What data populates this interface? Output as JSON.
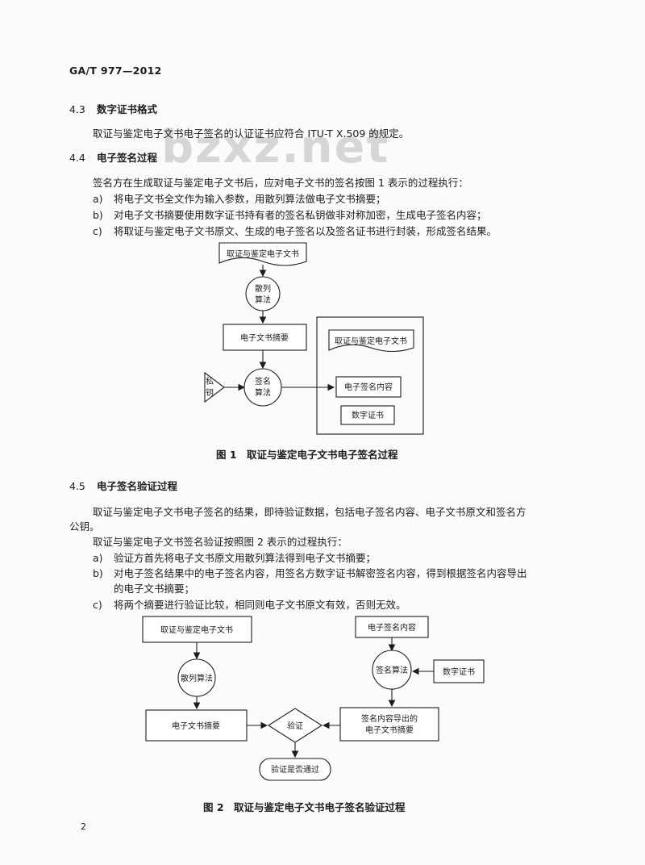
{
  "header": {
    "standard_code": "GA/T 977—2012"
  },
  "watermark": "bzxz.net",
  "section_4_3": {
    "number": "4.3",
    "title": "数字证书格式",
    "text": "取证与鉴定电子文书电子签名的认证证书应符合 ITU-T X.509 的规定。"
  },
  "section_4_4": {
    "number": "4.4",
    "title": "电子签名过程",
    "intro": "签名方在生成取证与鉴定电子文书后，应对电子文书的签名按图 1 表示的过程执行：",
    "items": [
      {
        "mark": "a)",
        "text": "将电子文书全文作为输入参数，用散列算法做电子文书摘要；"
      },
      {
        "mark": "b)",
        "text": "对电子文书摘要使用数字证书持有者的签名私钥做非对称加密，生成电子签名内容；"
      },
      {
        "mark": "c)",
        "text": "将取证与鉴定电子文书原文、生成的电子签名以及签名证书进行封装，形成签名结果。"
      }
    ]
  },
  "figure1": {
    "doc": "取证与鉴定电子文书",
    "hash1": "散列",
    "hash2": "算法",
    "digest": "电子文书摘要",
    "key1": "私",
    "key2": "钥",
    "sign1": "签名",
    "sign2": "算法",
    "out_doc": "取证与鉴定电子文书",
    "out_sig": "电子签名内容",
    "out_cert": "数字证书",
    "caption": "图 1　取证与鉴定电子文书电子签名过程"
  },
  "section_4_5": {
    "number": "4.5",
    "title": "电子签名验证过程",
    "para1_line1": "取证与鉴定电子文书电子签名的结果，即待验证数据，包括电子签名内容、电子文书原文和签名方",
    "para1_line2": "公钥。",
    "intro": "取证与鉴定电子文书签名验证按照图 2 表示的过程执行：",
    "items": [
      {
        "mark": "a)",
        "line1": "验证方首先将电子文书原文用散列算法得到电子文书摘要；",
        "line2": ""
      },
      {
        "mark": "b)",
        "line1": "对电子签名结果中的电子签名内容，用签名方数字证书解密签名内容，得到根据签名内容导出",
        "line2": "的电子文书摘要；"
      },
      {
        "mark": "c)",
        "line1": "将两个摘要进行验证比较，相同则电子文书原文有效，否则无效。",
        "line2": ""
      }
    ]
  },
  "figure2": {
    "doc": "取证与鉴定电子文书",
    "sig": "电子签名内容",
    "hash": "散列算法",
    "signalg": "签名算法",
    "cert": "数字证书",
    "digest": "电子文书摘要",
    "verify": "验证",
    "derived1": "签名内容导出的",
    "derived2": "电子文书摘要",
    "result": "验证是否通过",
    "caption": "图 2　取证与鉴定电子文书电子签名验证过程"
  },
  "footer": {
    "page_number": "2"
  }
}
